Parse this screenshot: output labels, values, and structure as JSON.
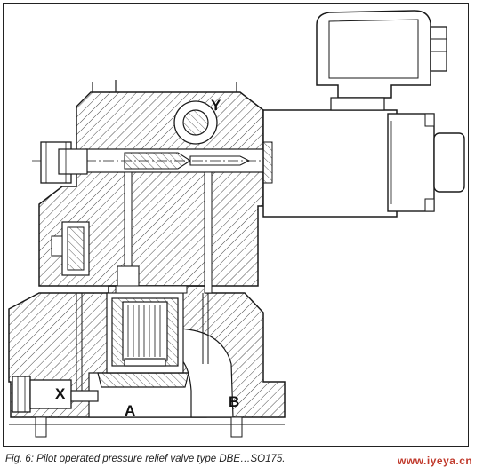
{
  "diagram": {
    "ports": {
      "y": "Y",
      "x": "X",
      "a": "A",
      "b": "B"
    }
  },
  "caption": {
    "text": "Fig. 6: Pilot operated pressure relief valve type DBE…SO175."
  },
  "watermark": {
    "text": "www.iyeya.cn",
    "color": "#c0392b"
  },
  "colors": {
    "line": "#1a1a1a",
    "hatch": "#333333",
    "background": "#ffffff"
  }
}
